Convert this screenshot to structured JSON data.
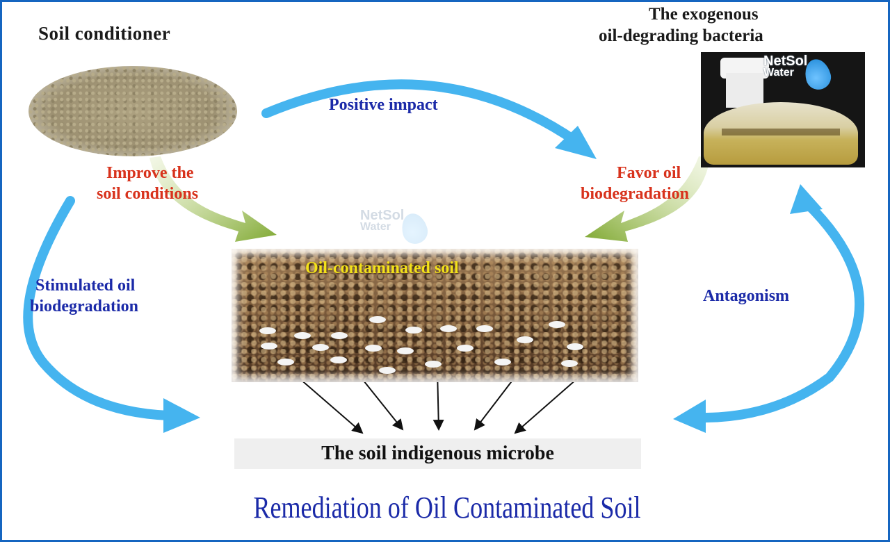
{
  "nodes": {
    "soil_conditioner": "Soil conditioner",
    "bacteria_line1": "The exogenous",
    "bacteria_line2": "oil-degrading bacteria",
    "oil_soil": "Oil-contaminated soil",
    "indigenous_microbe": "The soil indigenous microbe"
  },
  "edges": {
    "positive_impact": "Positive impact",
    "improve_line1": "Improve the",
    "improve_line2": "soil conditions",
    "favor_line1": "Favor oil",
    "favor_line2": "biodegradation",
    "stimulated_line1": "Stimulated oil",
    "stimulated_line2": "biodegradation",
    "antagonism": "Antagonism"
  },
  "watermark": {
    "brand_line1": "NetSol",
    "brand_line2": "Water"
  },
  "caption": "Remediation of Oil Contaminated Soil",
  "colors": {
    "frame": "#1565c0",
    "blue_arrow": "#45b4ef",
    "green_arrow": "#8bb43a",
    "blue_text": "#1b2aa8",
    "red_text": "#d8321c",
    "yellow_text": "#f4e21a"
  },
  "icons": [
    "water-drop-icon",
    "flask-icon"
  ]
}
